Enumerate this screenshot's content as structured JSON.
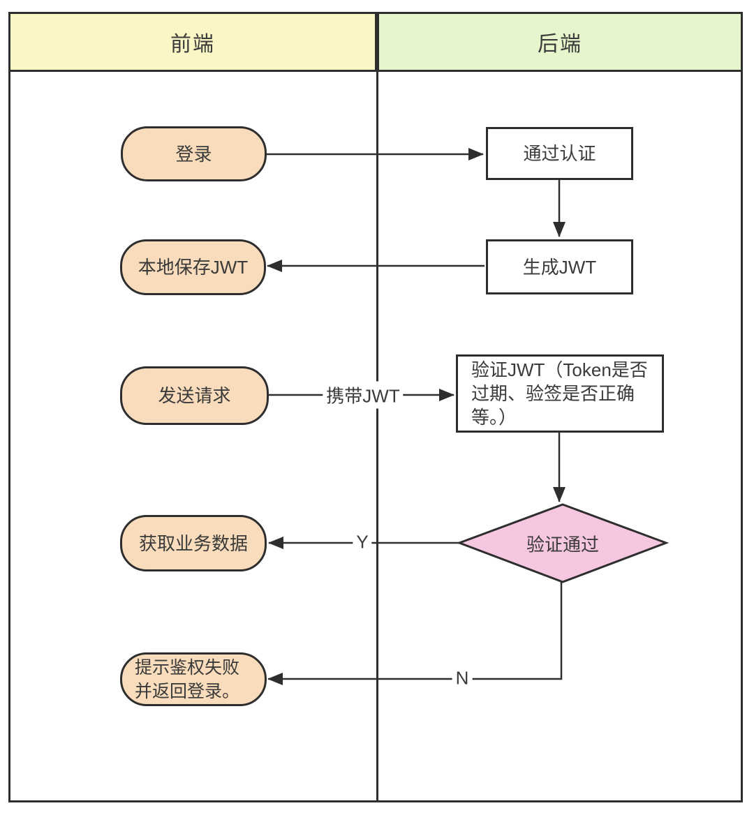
{
  "diagram": {
    "lanes": [
      {
        "id": "frontend",
        "label": "前端"
      },
      {
        "id": "backend",
        "label": "后端"
      }
    ],
    "nodes": {
      "login": {
        "label": "登录",
        "lane": "frontend",
        "shape": "stadium"
      },
      "save_jwt": {
        "label": "本地保存JWT",
        "lane": "frontend",
        "shape": "stadium"
      },
      "send_request": {
        "label": "发送请求",
        "lane": "frontend",
        "shape": "stadium"
      },
      "get_data": {
        "label": "获取业务数据",
        "lane": "frontend",
        "shape": "stadium"
      },
      "auth_fail": {
        "label": "提示鉴权失败并返回登录。",
        "lane": "frontend",
        "shape": "stadium"
      },
      "pass_auth": {
        "label": "通过认证",
        "lane": "backend",
        "shape": "rect"
      },
      "gen_jwt": {
        "label": "生成JWT",
        "lane": "backend",
        "shape": "rect"
      },
      "verify_jwt": {
        "label": "验证JWT（Token是否过期、验签是否正确等。）",
        "lane": "backend",
        "shape": "rect"
      },
      "verify_pass": {
        "label": "验证通过",
        "lane": "backend",
        "shape": "decision"
      }
    },
    "edge_labels": {
      "carry_jwt": "携带JWT",
      "yes": "Y",
      "no": "N"
    },
    "edges": [
      {
        "from": "login",
        "to": "pass_auth",
        "label": ""
      },
      {
        "from": "pass_auth",
        "to": "gen_jwt",
        "label": ""
      },
      {
        "from": "gen_jwt",
        "to": "save_jwt",
        "label": ""
      },
      {
        "from": "send_request",
        "to": "verify_jwt",
        "label": "携带JWT"
      },
      {
        "from": "verify_jwt",
        "to": "verify_pass",
        "label": ""
      },
      {
        "from": "verify_pass",
        "to": "get_data",
        "label": "Y"
      },
      {
        "from": "verify_pass",
        "to": "auth_fail",
        "label": "N"
      }
    ],
    "colors": {
      "stroke": "#2e2e2e",
      "text": "#3a3a3a",
      "node_fill": "#f8dcbb",
      "decision_fill": "#f6c7e0",
      "lane_frontend": "#faf6c5",
      "lane_backend": "#e6f5cc"
    }
  }
}
